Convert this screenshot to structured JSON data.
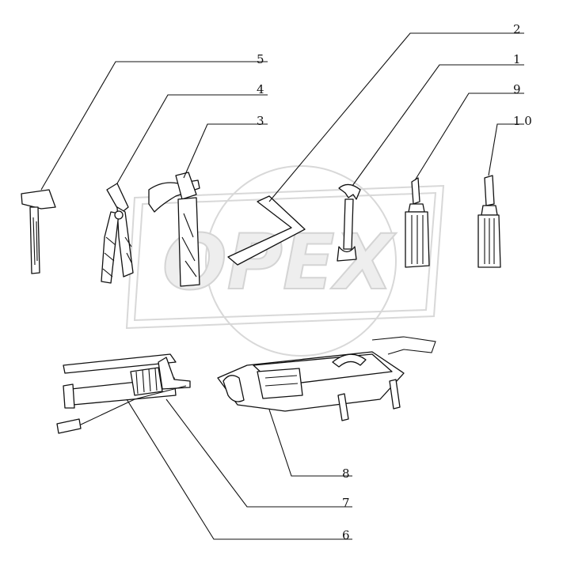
{
  "watermark": {
    "text": "OPEX",
    "color": "#d8d8d8"
  },
  "callouts": [
    {
      "id": "c1",
      "text": "1"
    },
    {
      "id": "c2",
      "text": "2"
    },
    {
      "id": "c3",
      "text": "3"
    },
    {
      "id": "c4",
      "text": "4"
    },
    {
      "id": "c5",
      "text": "5"
    },
    {
      "id": "c6",
      "text": "6"
    },
    {
      "id": "c7",
      "text": "7"
    },
    {
      "id": "c8",
      "text": "8"
    },
    {
      "id": "c9",
      "text": "9"
    },
    {
      "id": "c10",
      "text": "1 0"
    }
  ],
  "parts": {
    "p1": "open-end-wrench",
    "p2": "hex-allen-key",
    "p3": "vise-grip-pliers",
    "p4": "combination-pliers",
    "p5": "hammer",
    "p6": "grease-gun-extension",
    "p7": "grease-gun",
    "p8": "tool-roll-bag",
    "p9": "phillips-screwdriver",
    "p10": "phillips-screwdriver-small"
  }
}
